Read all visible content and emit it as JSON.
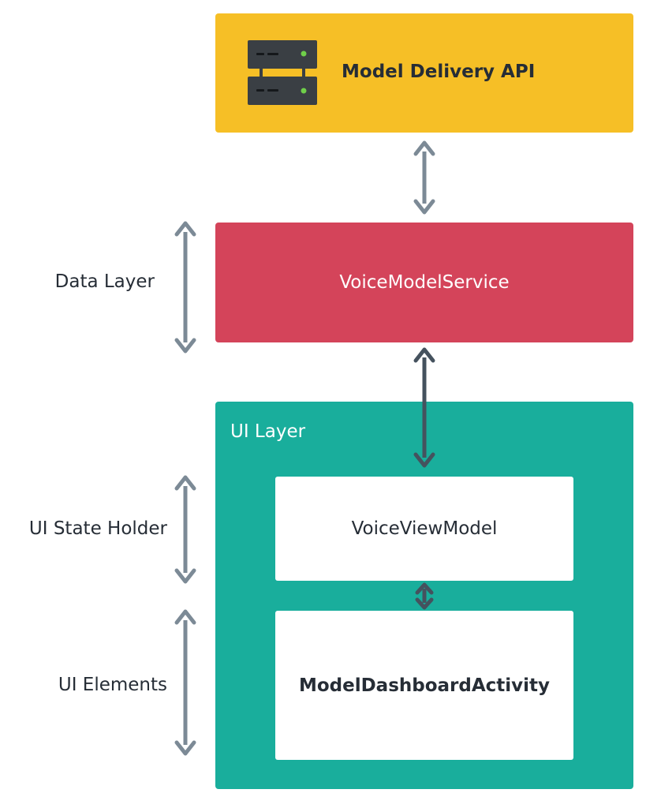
{
  "api": {
    "title": "Model Delivery API",
    "icon": "server-icon",
    "color": "#f6bf26"
  },
  "service": {
    "label": "VoiceModelService",
    "color": "#d4445a"
  },
  "ui_layer": {
    "title": "UI Layer",
    "color": "#19ae9c",
    "view_model": {
      "label": "VoiceViewModel"
    },
    "activity": {
      "label": "ModelDashboardActivity"
    }
  },
  "side_labels": {
    "data_layer": "Data Layer",
    "ui_state_holder": "UI State Holder",
    "ui_elements": "UI Elements"
  },
  "arrow_colors": {
    "light": "#7c8a96",
    "dark": "#45525e"
  }
}
